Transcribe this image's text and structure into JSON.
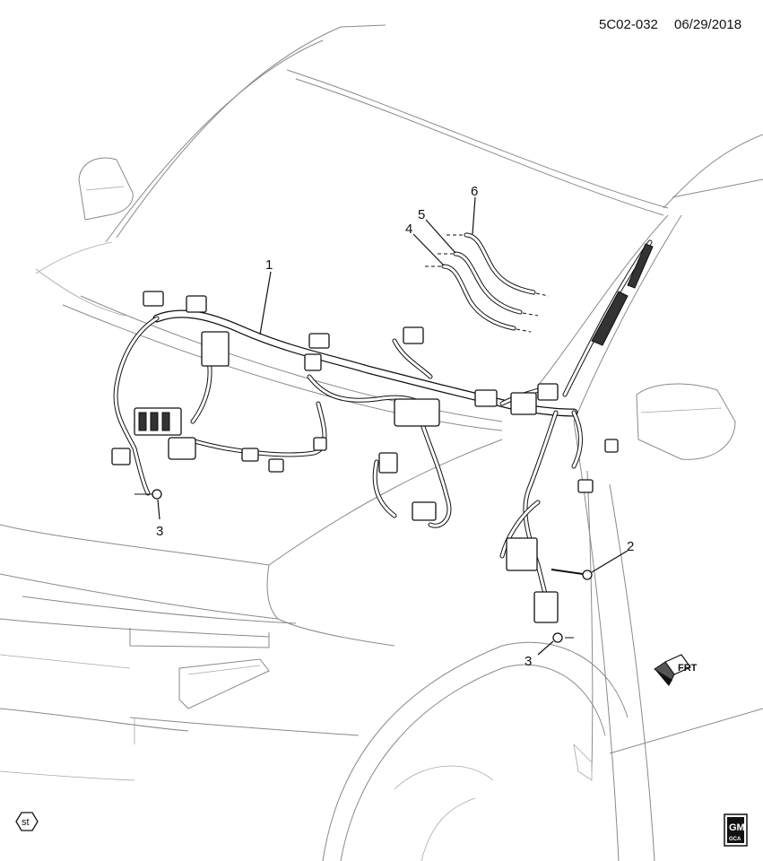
{
  "header": {
    "diagram_code": "5C02-032",
    "date": "06/29/2018"
  },
  "callouts": [
    {
      "id": "callout-1",
      "label": "1"
    },
    {
      "id": "callout-2",
      "label": "2"
    },
    {
      "id": "callout-3-left",
      "label": "3"
    },
    {
      "id": "callout-3-right",
      "label": "3"
    },
    {
      "id": "callout-4",
      "label": "4"
    },
    {
      "id": "callout-5",
      "label": "5"
    },
    {
      "id": "callout-6",
      "label": "6"
    }
  ],
  "direction_arrow": {
    "label": "FRT",
    "icon": "front-direction-arrow-icon"
  },
  "footer": {
    "st_symbol": "st",
    "logo_text": "GM",
    "logo_sub": "GCA"
  }
}
